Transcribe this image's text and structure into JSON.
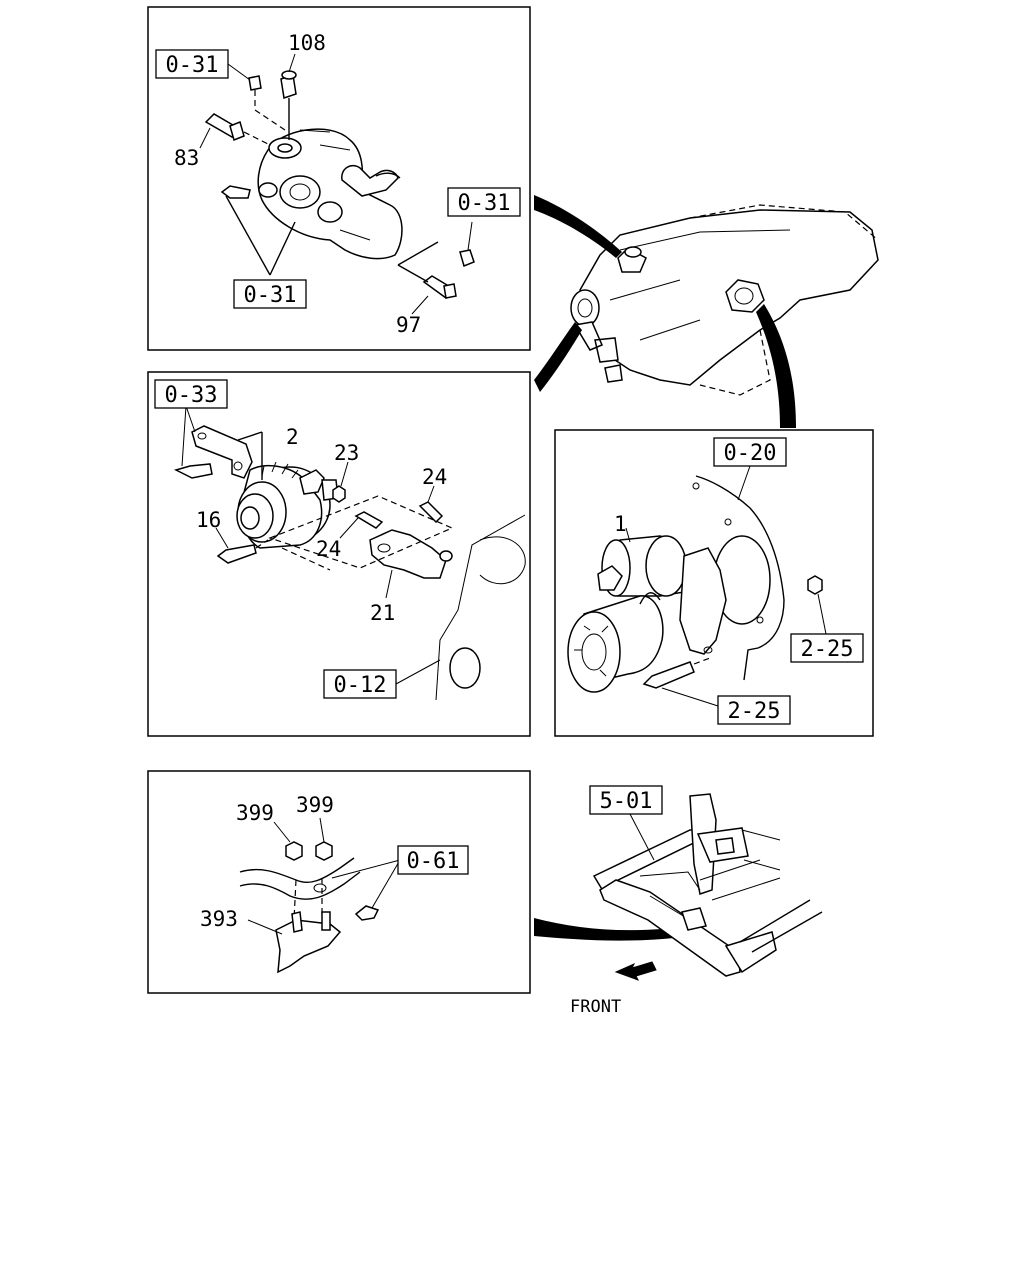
{
  "panels": {
    "thermostat": {
      "refs": [
        "0-31",
        "0-31",
        "0-31"
      ],
      "parts": [
        "108",
        "83",
        "97"
      ]
    },
    "generator": {
      "refs": [
        "0-33",
        "0-12"
      ],
      "parts": [
        "2",
        "23",
        "24",
        "16",
        "24",
        "21"
      ]
    },
    "starter": {
      "refs": [
        "0-20",
        "2-25",
        "2-25"
      ],
      "parts": [
        "1"
      ]
    },
    "mount": {
      "refs": [
        "0-61"
      ],
      "parts": [
        "399",
        "399",
        "393"
      ]
    }
  },
  "frame": {
    "ref": "5-01",
    "direction_label": "FRONT"
  }
}
